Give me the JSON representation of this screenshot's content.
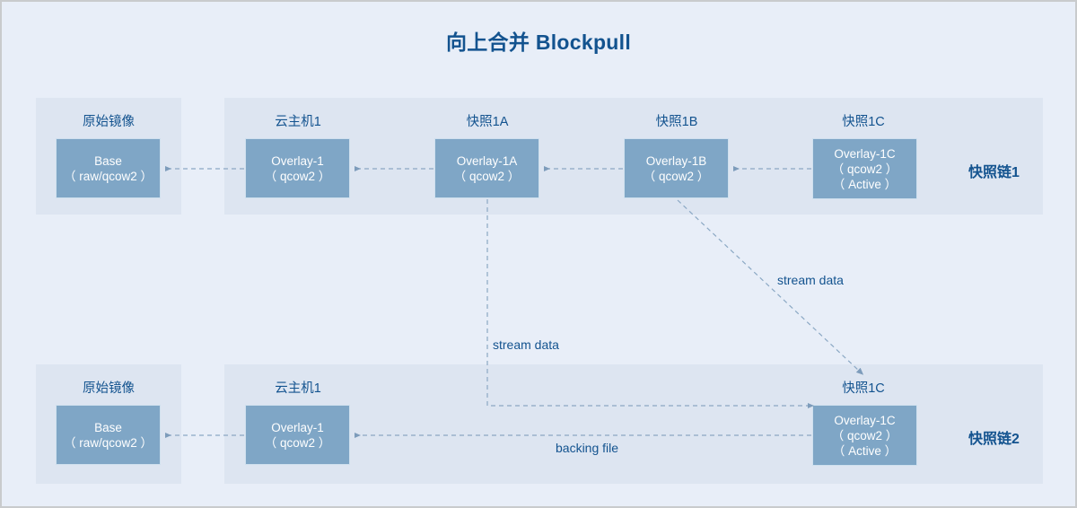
{
  "title": "向上合并 Blockpull",
  "colors": {
    "page_background": "#e8eef8",
    "panel_background": "#dde5f1",
    "node_fill": "#7fa6c6",
    "node_text": "#ffffff",
    "label_text": "#13538f",
    "edge_stroke": "#8ba8c4",
    "outer_border": "#c9cbcd"
  },
  "chains": [
    {
      "chain_label": "快照链1",
      "panels": [
        {
          "label": "原始镜像",
          "node": {
            "lines": [
              "Base",
              "（ raw/qcow2 ）"
            ]
          }
        },
        {
          "label": "云主机1",
          "node": {
            "lines": [
              "Overlay-1",
              "（ qcow2 ）"
            ]
          }
        },
        {
          "label": "快照1A",
          "node": {
            "lines": [
              "Overlay-1A",
              "（ qcow2 ）"
            ]
          }
        },
        {
          "label": "快照1B",
          "node": {
            "lines": [
              "Overlay-1B",
              "（ qcow2 ）"
            ]
          }
        },
        {
          "label": "快照1C",
          "node": {
            "lines": [
              "Overlay-1C",
              "（ qcow2 ）",
              "（ Active ）"
            ]
          }
        }
      ]
    },
    {
      "chain_label": "快照链2",
      "panels": [
        {
          "label": "原始镜像",
          "node": {
            "lines": [
              "Base",
              "（ raw/qcow2 ）"
            ]
          }
        },
        {
          "label": "云主机1",
          "node": {
            "lines": [
              "Overlay-1",
              "（ qcow2 ）"
            ]
          }
        },
        {
          "label": "快照1C",
          "node": {
            "lines": [
              "Overlay-1C",
              "（ qcow2 ）",
              "（ Active ）"
            ]
          }
        }
      ]
    }
  ],
  "edge_labels": {
    "stream_data_vertical": "stream data",
    "stream_data_diagonal": "stream data",
    "backing_file": "backing file"
  }
}
